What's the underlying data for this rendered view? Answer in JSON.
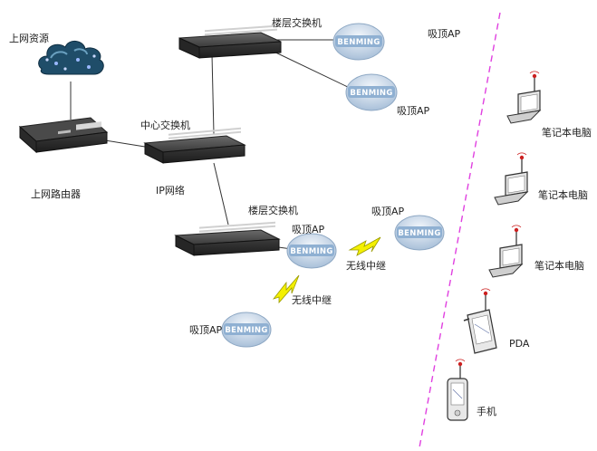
{
  "labels": {
    "internet": "上网资源",
    "router": "上网路由器",
    "core_switch": "中心交换机",
    "ip_network": "IP网络",
    "floor_switch_top": "楼层交换机",
    "floor_switch_bottom": "楼层交换机",
    "ap_top_right": "吸顶AP",
    "ap_top_mid": "吸顶AP",
    "ap_mid": "吸顶AP",
    "ap_mid_right": "吸顶AP",
    "ap_bottom": "吸顶AP",
    "relay_1": "无线中继",
    "relay_2": "无线中继",
    "laptop_1": "笔记本电脑",
    "laptop_2": "笔记本电脑",
    "laptop_3": "笔记本电脑",
    "pda": "PDA",
    "phone": "手机"
  },
  "ap_brand": "BENMING",
  "colors": {
    "boundary": "#e040e0",
    "bolt": "#f4f000",
    "ap_fill": "#c9d9ea",
    "switch_dark": "#2e2e2e",
    "cloud": "#1e4a66"
  }
}
